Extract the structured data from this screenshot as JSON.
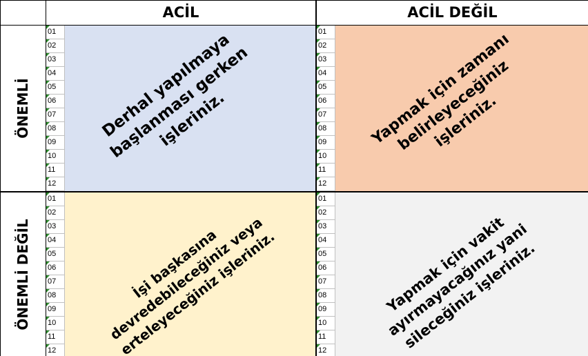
{
  "headers": {
    "urgent": "ACİL",
    "not_urgent": "ACİL DEĞİL"
  },
  "rows": {
    "important": "ÖNEMLİ",
    "not_important": "ÖNEMLİ DEĞİL"
  },
  "row_numbers": [
    "01",
    "02",
    "03",
    "04",
    "05",
    "06",
    "07",
    "08",
    "09",
    "10",
    "11",
    "12"
  ],
  "quadrants": {
    "q1": {
      "lines": [
        "Derhal yapılmaya",
        "başlanması gerken",
        "işleriniz."
      ],
      "color": "#d9e1f2"
    },
    "q2": {
      "lines": [
        "Yapmak için zamanı",
        "belirleyeceğiniz",
        "işleriniz."
      ],
      "color": "#f8cbad"
    },
    "q3": {
      "lines": [
        "İşi başkasına",
        "devredebileceğiniz veya",
        "erteleyeceğiniz işleriniz."
      ],
      "color": "#fff2cc"
    },
    "q4": {
      "lines": [
        "Yapmak için vakit",
        "ayırmayacağınız yani",
        "sileceğiniz işleriniz."
      ],
      "color": "#f2f2f2"
    }
  }
}
